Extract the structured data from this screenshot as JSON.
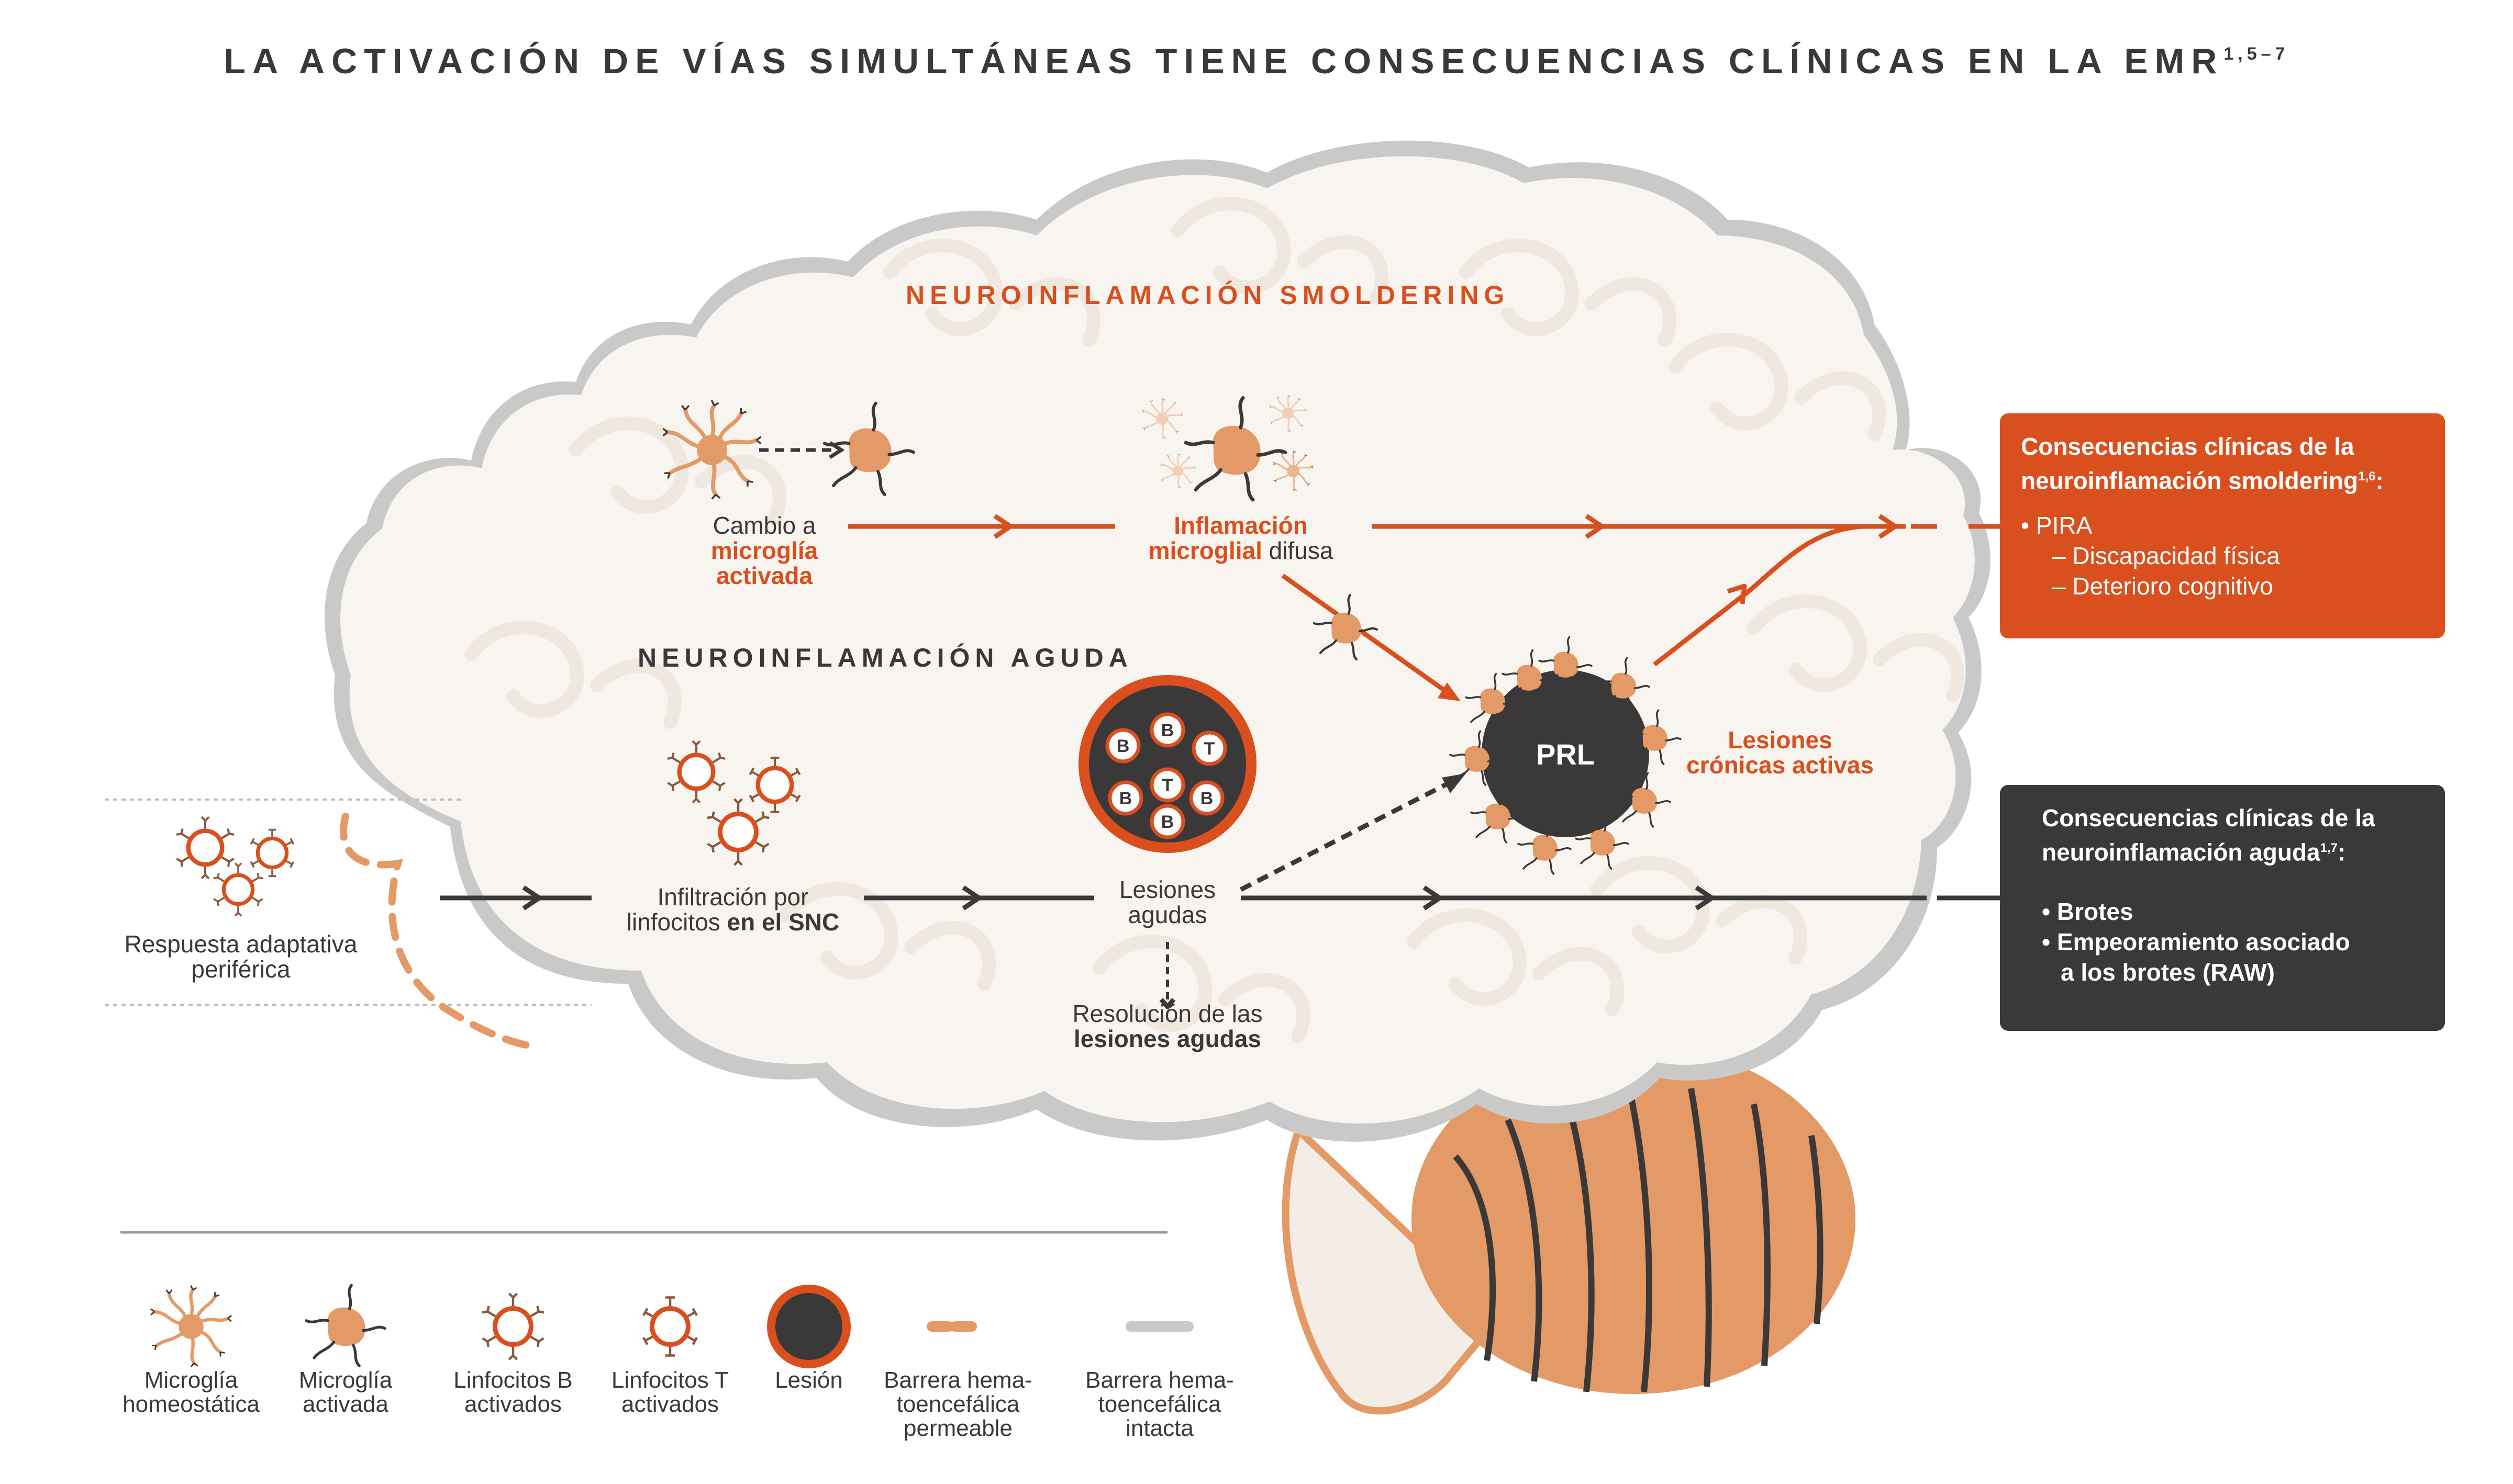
{
  "title": {
    "main": "LA ACTIVACIÓN DE VÍAS SIMULTÁNEAS TIENE CONSECUENCIAS CLÍNICAS EN LA EMR",
    "sup": "1,5–7"
  },
  "sections": {
    "smoldering": "NEUROINFLAMACIÓN SMOLDERING",
    "aguda": "NEUROINFLAMACIÓN AGUDA"
  },
  "labels": {
    "cambio_a": "Cambio a",
    "microglia_activada_1": "microglía",
    "microglia_activada_2": "activada",
    "inflamacion_1": "Inflamación",
    "inflamacion_2a": "microglial",
    "inflamacion_2b": " difusa",
    "prl": "PRL",
    "lesiones_cronicas_1": "Lesiones",
    "lesiones_cronicas_2": "crónicas activas",
    "respuesta_1": "Respuesta adaptativa",
    "respuesta_2": "periférica",
    "infiltracion_1": "Infiltración por",
    "infiltracion_2a": "linfocitos ",
    "infiltracion_2b": "en el SNC",
    "lesiones_agudas_1": "Lesiones",
    "lesiones_agudas_2": "agudas",
    "resolucion_1": "Resolución de las",
    "resolucion_2": "lesiones agudas",
    "cell_b": "B",
    "cell_t": "T"
  },
  "box_smoldering": {
    "title_1": "Consecuencias clínicas de la",
    "title_2": "neuroinflamación smoldering",
    "title_sup": "1,6",
    "title_end": ":",
    "item_1": "• PIRA",
    "item_2": "– Discapacidad física",
    "item_3": "– Deterioro cognitivo"
  },
  "box_aguda": {
    "title_1": "Consecuencias clínicas de la",
    "title_2": "neuroinflamación aguda",
    "title_sup": "1,7",
    "title_end": ":",
    "item_1": "• Brotes",
    "item_2": "• Empeoramiento asociado",
    "item_3": "a los brotes (RAW)"
  },
  "legend": [
    {
      "l1": "Microglía",
      "l2": "homeostática",
      "l3": ""
    },
    {
      "l1": "Microglía",
      "l2": "activada",
      "l3": ""
    },
    {
      "l1": "Linfocitos B",
      "l2": "activados",
      "l3": ""
    },
    {
      "l1": "Linfocitos T",
      "l2": "activados",
      "l3": ""
    },
    {
      "l1": "Lesión",
      "l2": "",
      "l3": ""
    },
    {
      "l1": "Barrera hema-",
      "l2": "toencefálica",
      "l3": "permeable"
    },
    {
      "l1": "Barrera hema-",
      "l2": "toencefálica",
      "l3": "intacta"
    }
  ],
  "colors": {
    "orange": "#d9501e",
    "light_orange": "#e39a66",
    "dark": "#3a3838",
    "brain_fill": "#f8f4ef",
    "brain_outline": "#c9c9c9"
  }
}
